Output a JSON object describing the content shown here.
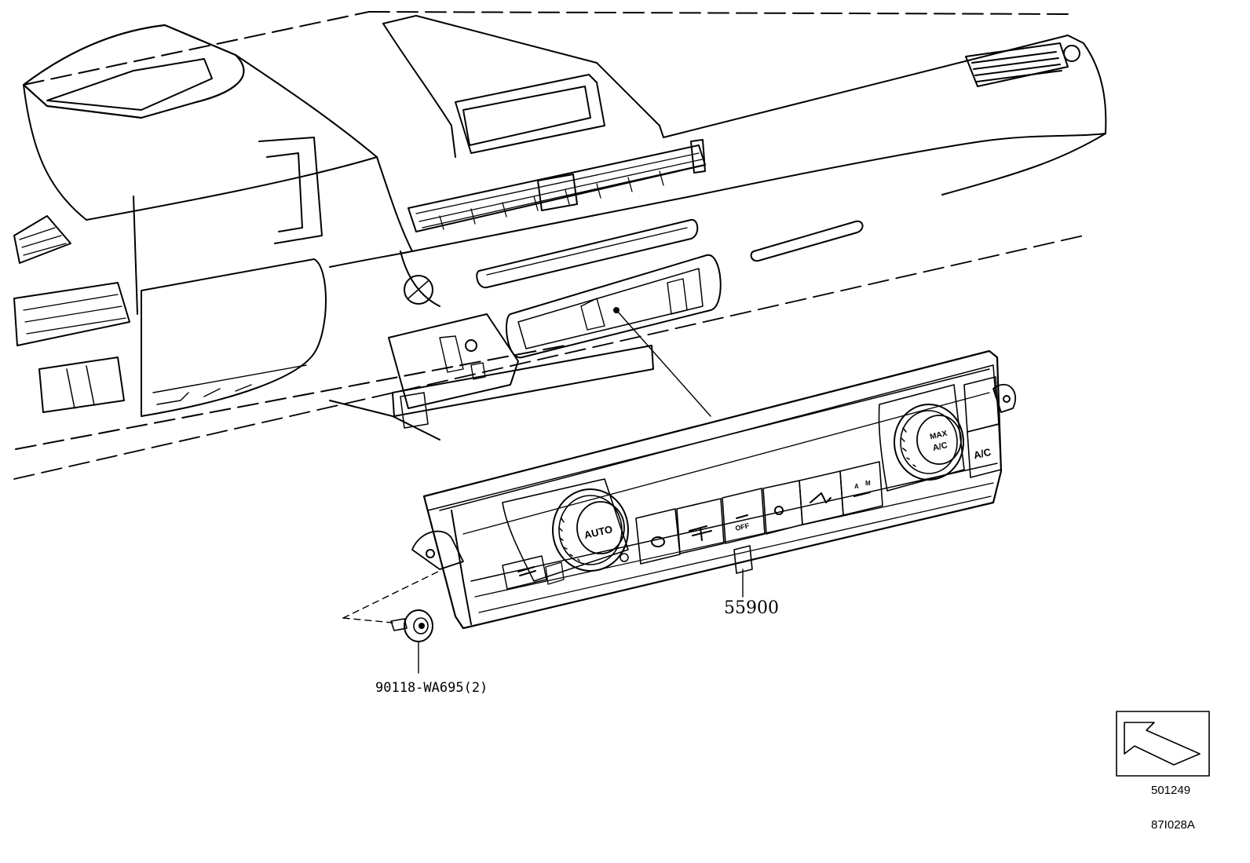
{
  "labels": {
    "main_part": "55900",
    "screw_part": "90118-WA695(2)",
    "view_reference": "501249",
    "drawing_code": "87I028A"
  },
  "panel_text": {
    "auto": "AUTO",
    "max": "MAX",
    "ac_knob": "A/C",
    "ac_button": "A/C",
    "off": "OFF",
    "a": "A",
    "m": "M"
  }
}
